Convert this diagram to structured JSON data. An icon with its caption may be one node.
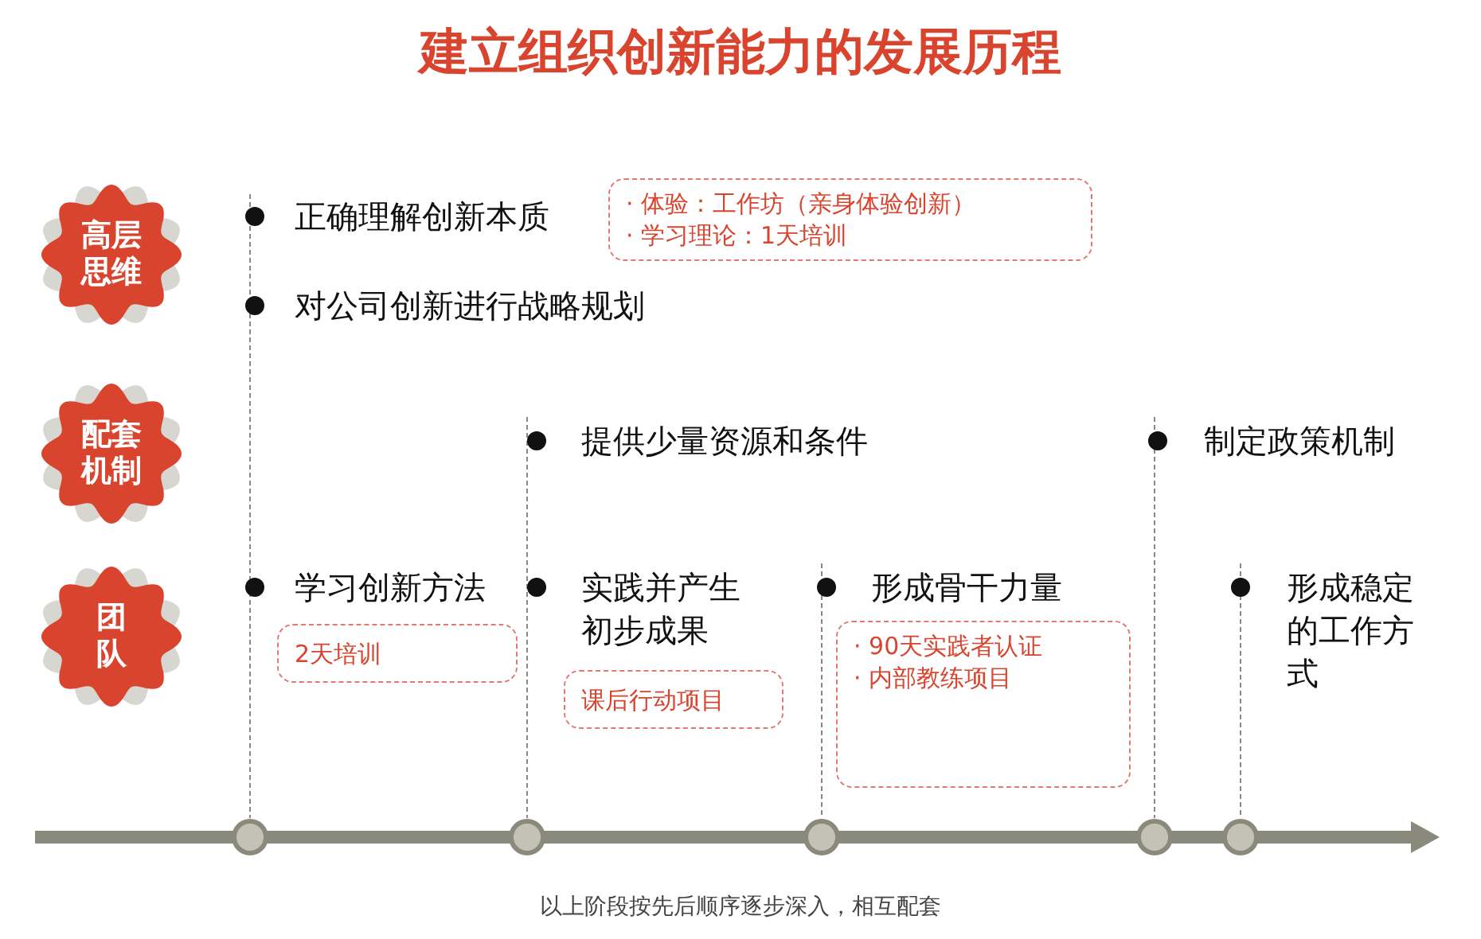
{
  "diagram": {
    "title": "建立组织创新能力的发展历程",
    "caption": "以上阶段按先后顺序逐步深入，相互配套",
    "nodes": [
      {
        "text": [
          "高层思维"
        ]
      },
      {
        "text": [
          "配套机制"
        ]
      },
      {
        "text": [
          "团队"
        ]
      },
      {
        "text": [
          "· 体验：工作坊（亲身体验创新）",
          "· 学习理论：1天培训"
        ]
      },
      {
        "text": [
          "2天培训"
        ]
      },
      {
        "text": [
          "课后行动项目"
        ]
      },
      {
        "text": [
          "· 90天实践者认证",
          "· 内部教练项目"
        ]
      }
    ],
    "edges": [],
    "labels": [
      "正确理解创新本质",
      "对公司创新进行战略规划",
      "提供少量资源和条件",
      "制定政策机制",
      "学习创新方法",
      "实践并产生初步成果",
      "形成骨干力量",
      "形成稳定的工作方式"
    ]
  }
}
